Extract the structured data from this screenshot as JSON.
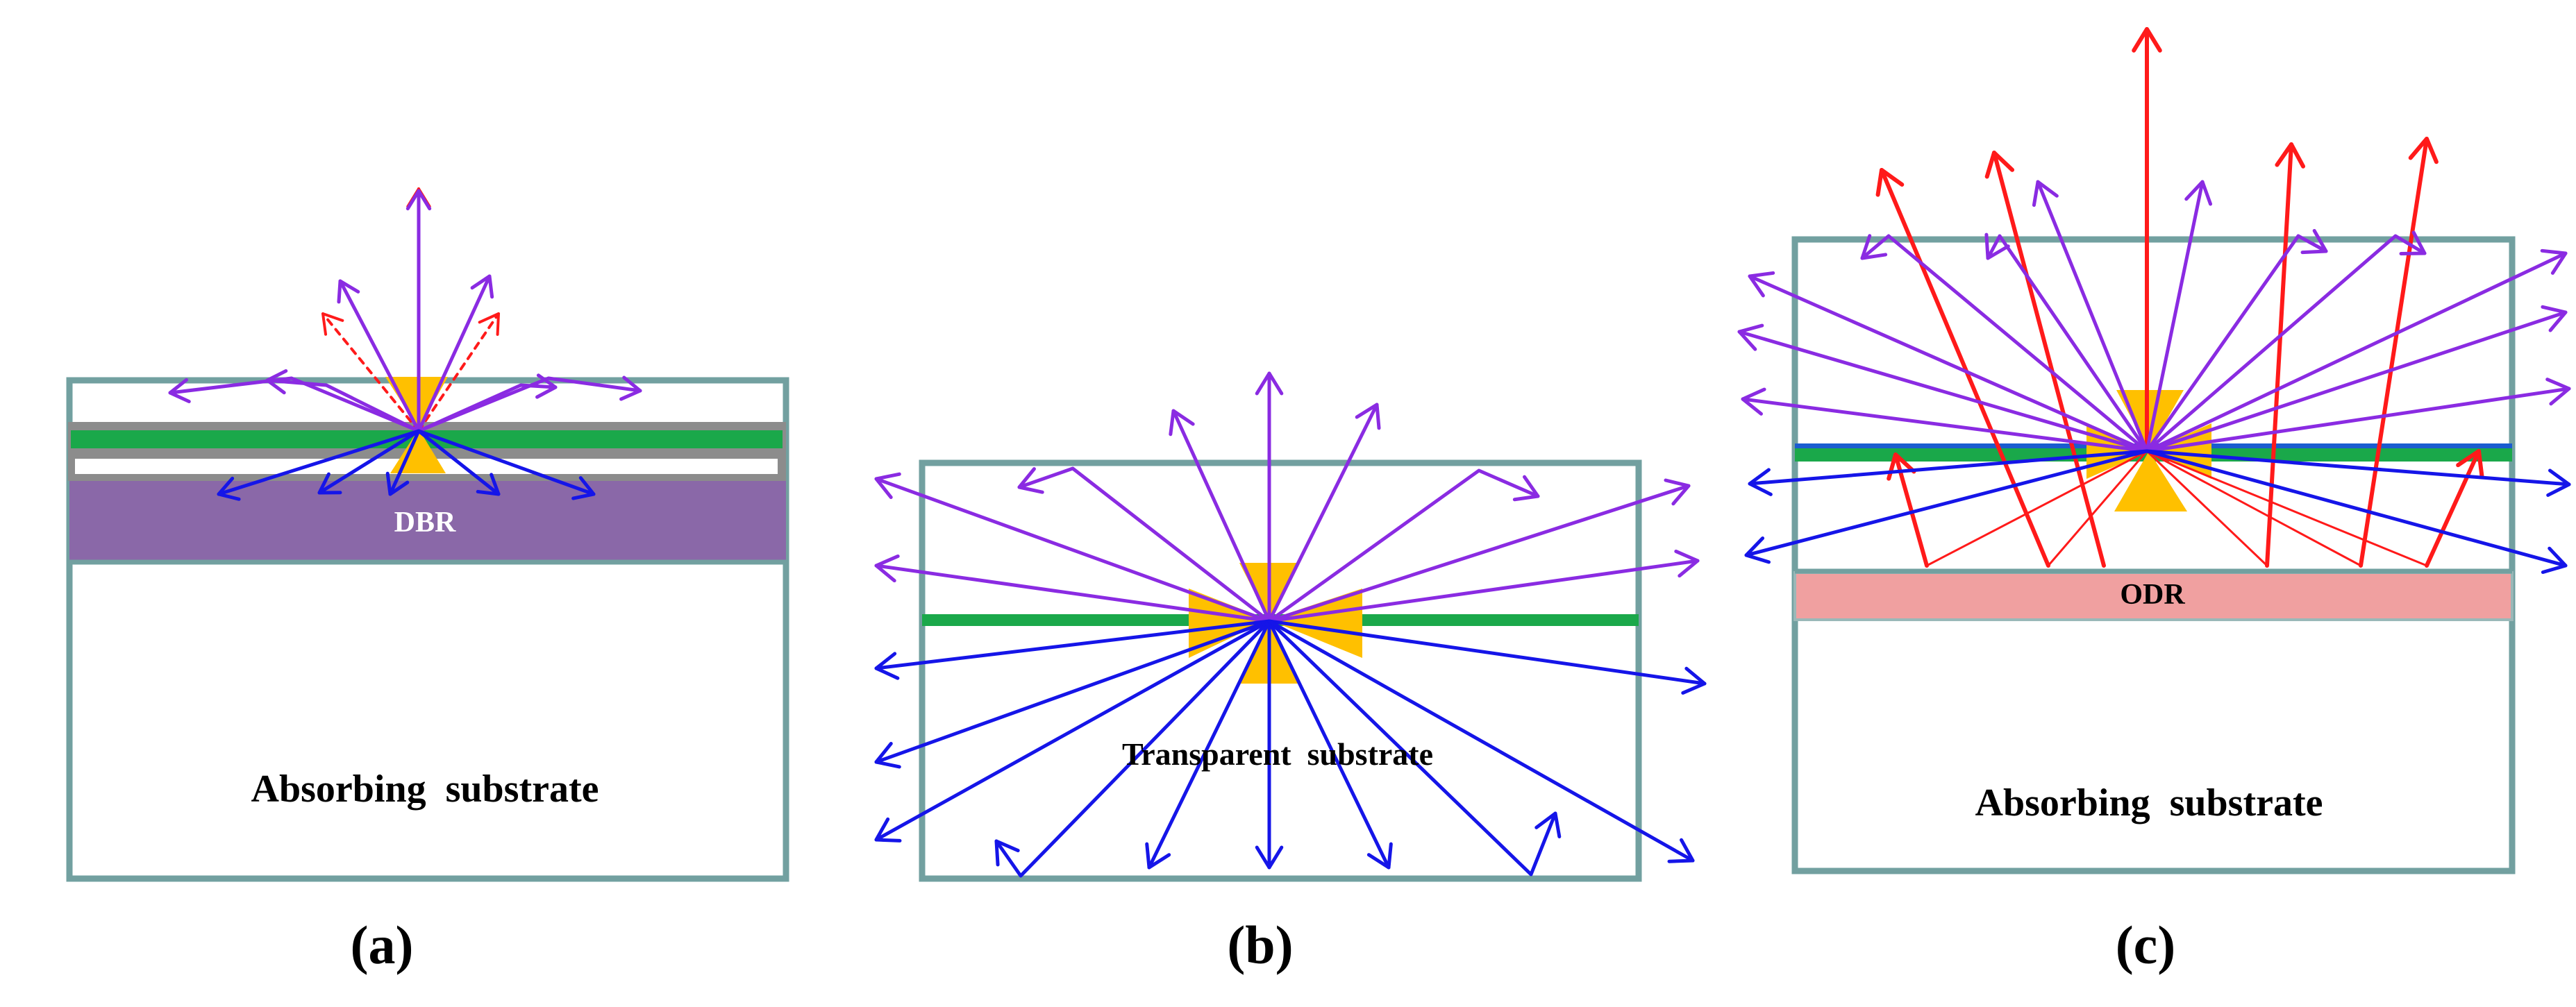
{
  "panels": {
    "a": {
      "caption": "(a)",
      "reflector_label": "DBR",
      "substrate_label": "Absorbing  substrate"
    },
    "b": {
      "caption": "(b)",
      "substrate_label": "Transparent  substrate"
    },
    "c": {
      "caption": "(c)",
      "reflector_label": "ODR",
      "substrate_label": "Absorbing  substrate"
    }
  },
  "colors": {
    "outline": "#72a0a0",
    "active_layer": "#1aa84a",
    "emitter": "#ffc000",
    "dbr": "#8a68a8",
    "odr": "#f0a0a0",
    "violet_ray": "#8a2be2",
    "blue_ray": "#1515e8",
    "red_ray": "#ff1a1a"
  }
}
